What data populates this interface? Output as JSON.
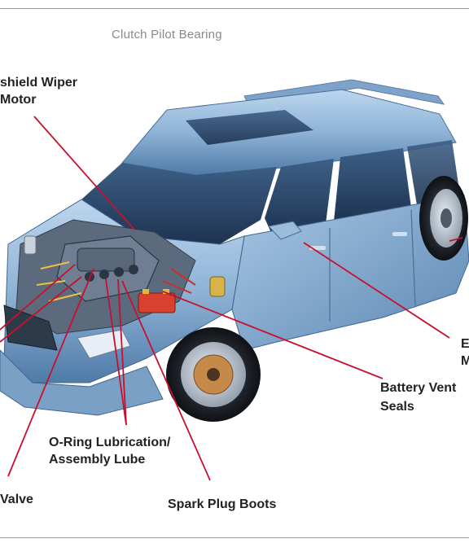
{
  "header_label": "Clutch Pilot Bearing",
  "callouts": {
    "wiper_line1": "shield Wiper",
    "wiper_line2": "Motor",
    "right_line1": "E",
    "right_line2": "M",
    "battery_line1": "Battery Vent",
    "battery_line2": "Seals",
    "oring_line1": "O-Ring Lubrication/",
    "oring_line2": "Assembly Lube",
    "valve": "Valve",
    "spark": "Spark Plug Boots"
  },
  "colors": {
    "leader_line": "#c8102e",
    "car_body": "#8fb3d6",
    "frame": "#9a9a9a"
  }
}
